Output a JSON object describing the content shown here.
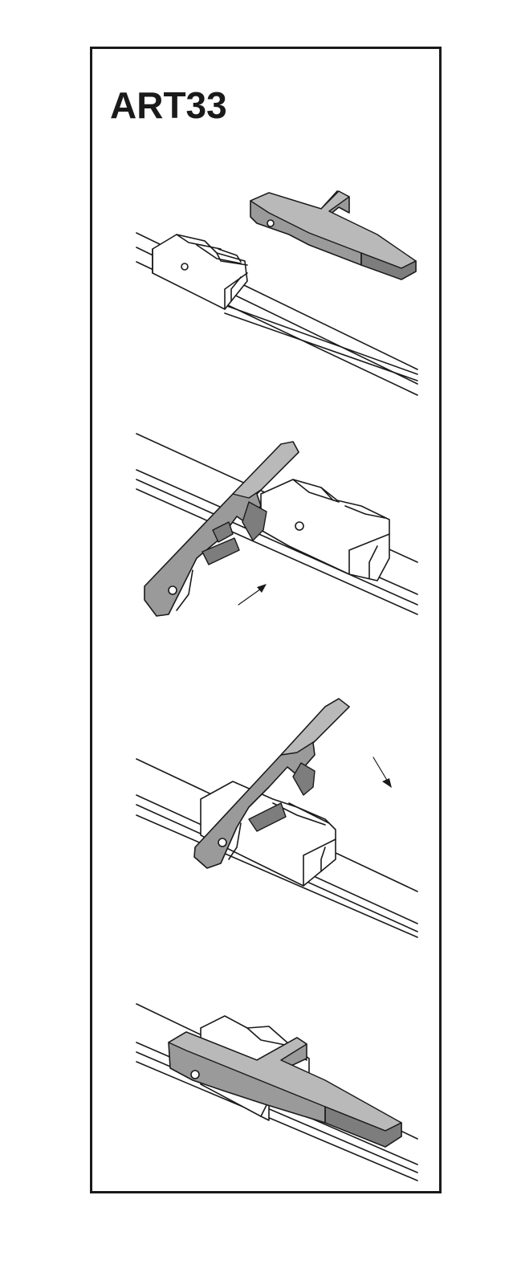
{
  "title": "ART33",
  "colors": {
    "ink": "#1a1a1a",
    "adapter_fill": "#9a9a9a",
    "background": "#ffffff"
  },
  "steps": [
    {
      "id": "step-1"
    },
    {
      "id": "step-2"
    },
    {
      "id": "step-3"
    },
    {
      "id": "step-4"
    }
  ]
}
